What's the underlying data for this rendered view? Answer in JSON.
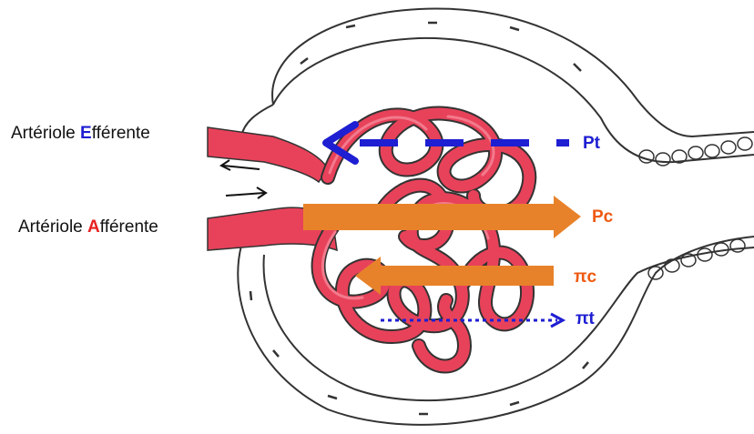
{
  "colors": {
    "blue": "#1e1ed2",
    "orange": "#e8822a",
    "orange_label": "#ee5a10",
    "red_letter": "#e82020",
    "vessel": "#e8425a",
    "vessel_light": "#f27a8c",
    "outline": "#333333"
  },
  "labels": {
    "efferent": {
      "first": "E",
      "rest": "fférente",
      "prefix": "Artériole "
    },
    "afferent": {
      "first": "A",
      "rest": "fférente",
      "prefix": "Artériole "
    }
  },
  "forces": {
    "pt": "Pt",
    "pc": "Pc",
    "pic": "πc",
    "pit": "πt"
  }
}
